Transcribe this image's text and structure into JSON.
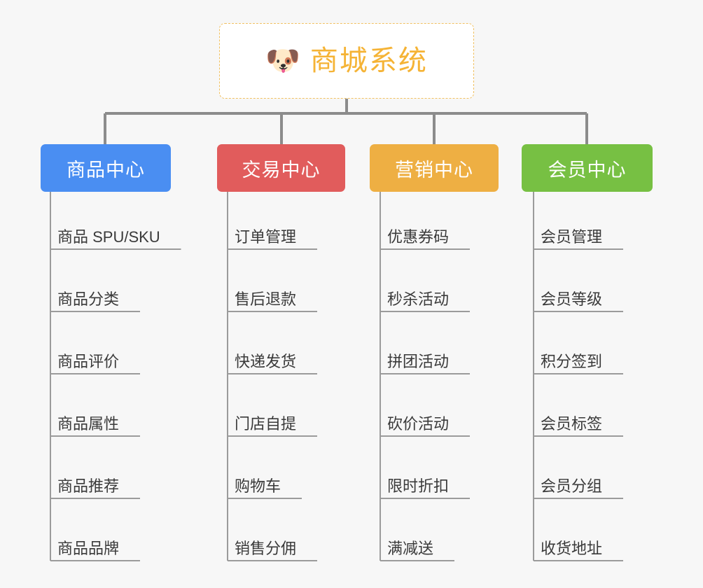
{
  "diagram": {
    "type": "mind-map",
    "background_color": "#f7f7f7",
    "root": {
      "icon": "shiba-dog-face-icon",
      "emoji": "🐶",
      "title": "商城系统",
      "text_color": "#f5b335",
      "border_color": "#f0c060",
      "background_color": "#ffffff"
    },
    "connector_color": "#8c8c8c",
    "leaf_line_color": "#9b9b9b",
    "leaf_text_color": "#3a3a3a",
    "branches": [
      {
        "label": "商品中心",
        "color": "#4a8ef2",
        "items": [
          "商品 SPU/SKU",
          "商品分类",
          "商品评价",
          "商品属性",
          "商品推荐",
          "商品品牌"
        ]
      },
      {
        "label": "交易中心",
        "color": "#e15c5c",
        "items": [
          "订单管理",
          "售后退款",
          "快递发货",
          "门店自提",
          "购物车",
          "销售分佣"
        ]
      },
      {
        "label": "营销中心",
        "color": "#eeaf43",
        "items": [
          "优惠券码",
          "秒杀活动",
          "拼团活动",
          "砍价活动",
          "限时折扣",
          "满减送"
        ]
      },
      {
        "label": "会员中心",
        "color": "#77c043",
        "items": [
          "会员管理",
          "会员等级",
          "积分签到",
          "会员标签",
          "会员分组",
          "收货地址"
        ]
      }
    ]
  }
}
